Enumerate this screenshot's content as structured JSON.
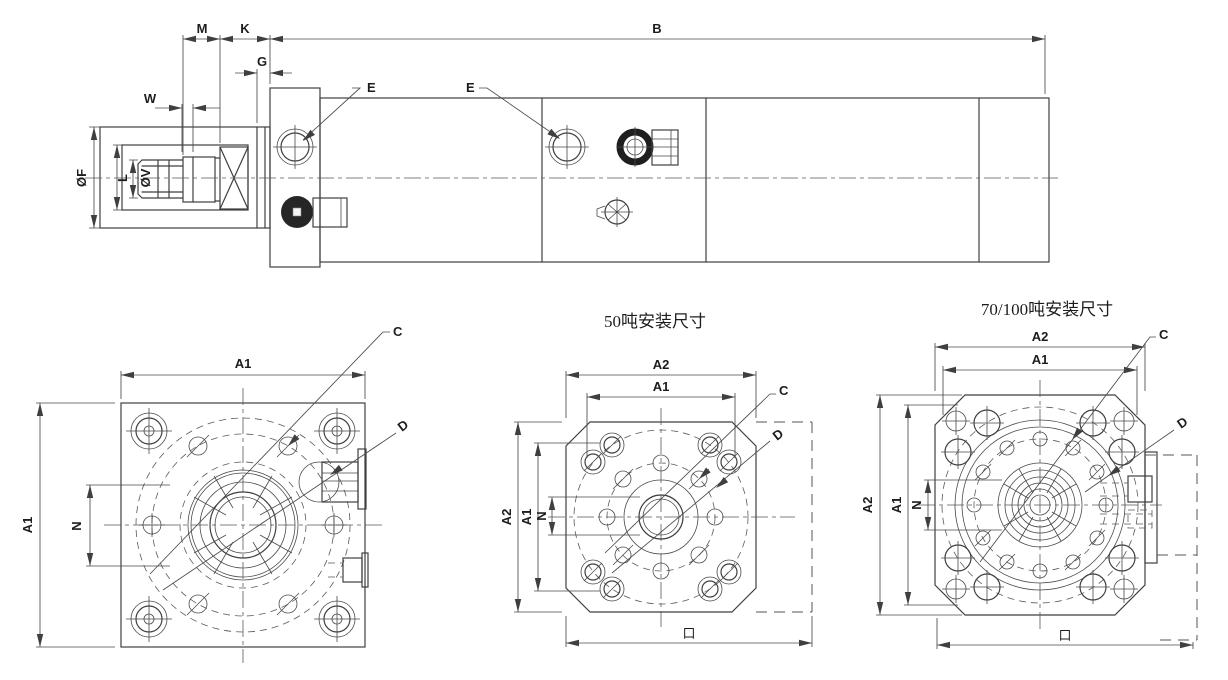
{
  "page": {
    "background": "#ffffff",
    "ink": "#3f3f3f"
  },
  "side_view": {
    "labels": {
      "b": "B",
      "m": "M",
      "k": "K",
      "g": "G",
      "w": "W",
      "f": "ØF",
      "l": "L",
      "v": "ØV",
      "e1": "E",
      "e2": "E"
    }
  },
  "front_views": {
    "standard": {
      "labels": {
        "a1_top": "A1",
        "a1_left": "A1",
        "n": "N",
        "c": "C",
        "d": "D"
      }
    },
    "t50": {
      "title": "50吨安装尺寸",
      "labels": {
        "a2_top": "A2",
        "a1_top": "A1",
        "a2_left": "A2",
        "a1_left": "A1",
        "n": "N",
        "square": "口",
        "c": "C",
        "d": "D"
      }
    },
    "t70_100": {
      "title": "70/100吨安装尺寸",
      "labels": {
        "a2_top": "A2",
        "a1_top": "A1",
        "a2_left": "A2",
        "a1_left": "A1",
        "n": "N",
        "square": "口",
        "c": "C",
        "d": "D"
      }
    }
  }
}
